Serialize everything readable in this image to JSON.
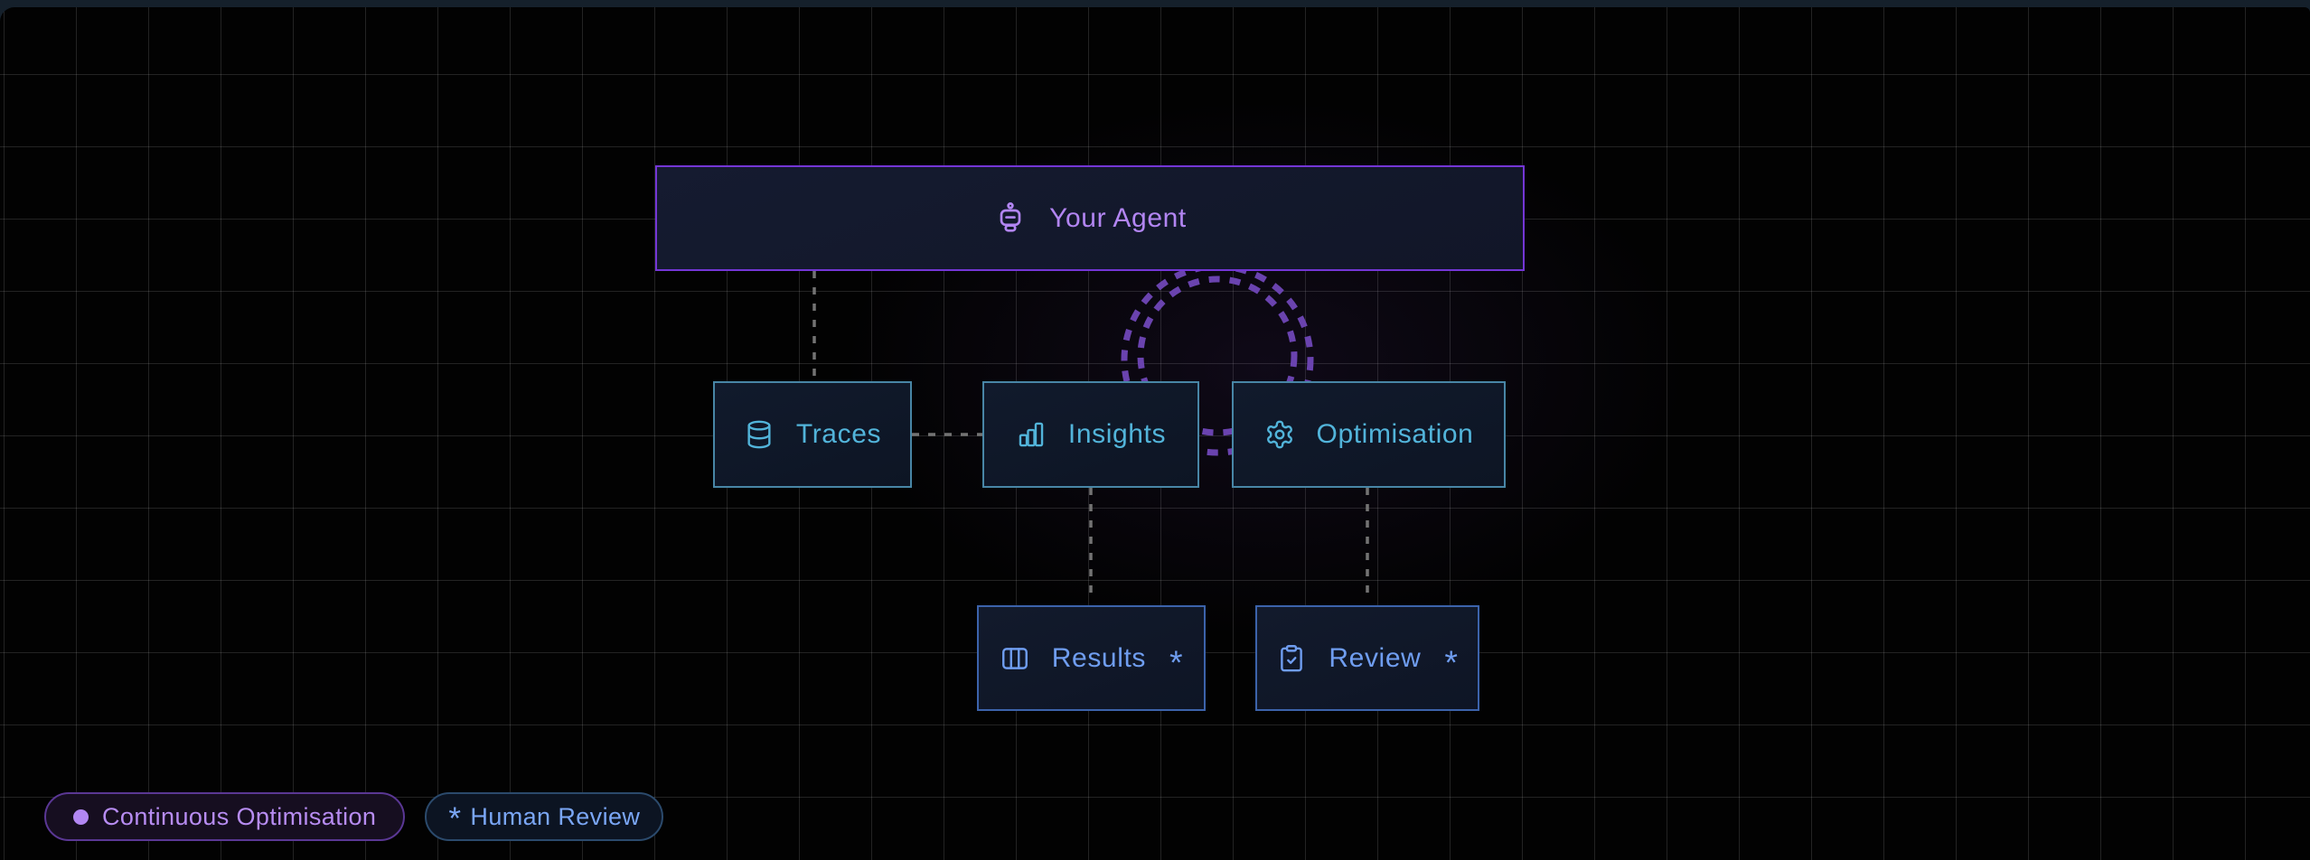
{
  "page": {
    "background": "#020202",
    "frame_color": "#15202b",
    "grid_color": "rgba(255,255,255,0.13)"
  },
  "diagram": {
    "nodes": [
      {
        "id": "your-agent",
        "label": "Your Agent",
        "icon": "bot-icon",
        "accent": "#b285f2",
        "border": "#7436d6"
      },
      {
        "id": "traces",
        "label": "Traces",
        "icon": "database-icon",
        "accent": "#52b4da",
        "border": "#4886a6"
      },
      {
        "id": "insights",
        "label": "Insights",
        "icon": "bar-chart-icon",
        "accent": "#52b4da",
        "border": "#4886a6"
      },
      {
        "id": "optimisation",
        "label": "Optimisation",
        "icon": "gear-icon",
        "accent": "#52b4da",
        "border": "#4886a6"
      },
      {
        "id": "results",
        "label": "Results",
        "suffix": "*",
        "icon": "columns-icon",
        "accent": "#6f9df0",
        "border": "#3c63ab"
      },
      {
        "id": "review",
        "label": "Review",
        "suffix": "*",
        "icon": "clipboard-check-icon",
        "accent": "#6f9df0",
        "border": "#3c63ab"
      }
    ],
    "connectors": {
      "dash_color": "#737373",
      "loop_color": "#6a43af",
      "links": [
        "your-agent -> traces",
        "traces -> insights",
        "insights -> results",
        "optimisation -> review",
        "insights <-> optimisation loop"
      ]
    },
    "legend": [
      {
        "label": "Continuous Optimisation",
        "marker": "dot",
        "color": "#b287f2",
        "border": "#5a3794",
        "bg": "#160e20"
      },
      {
        "label": "Human Review",
        "marker": "*",
        "color": "#7aa6f5",
        "border": "#2b4a6c",
        "bg": "#0c1422"
      }
    ]
  }
}
